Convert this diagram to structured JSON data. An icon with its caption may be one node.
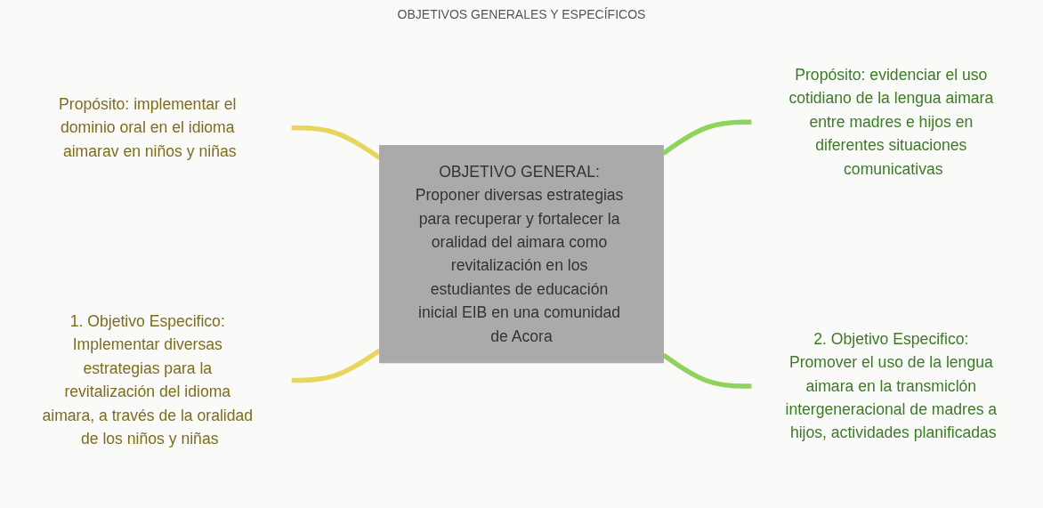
{
  "diagram": {
    "title": "OBJETIVOS GENERALES Y ESPECÍFICOS",
    "nodes": [
      {
        "text": [
          "OBJETIVO GENERAL: Proponer diversas estrategias para recuperar y fortalecer la oralidad del aimara como revitalización en los estudiantes de educación inicial EIB en una comunidad de Acora"
        ]
      },
      {
        "text": [
          "Propósito: implementar el dominio oral en el idioma aimarav en niños y niñas"
        ]
      },
      {
        "text": [
          "1. Objetivo Especifico: Implementar diversas estrategias para la revitalización del idioma aimara, a través de la oralidad de los niños y niñas"
        ]
      },
      {
        "text": [
          "Propósito: evidenciar el uso cotidiano de la lengua aimara entre madres e hijos en diferentes situaciones comunicativas"
        ]
      },
      {
        "text": [
          "2. Objetivo Especifico: Promover el uso de la lengua aimara en la transmiclón intergeneracional de madres a hijos, actividades planificadas"
        ]
      }
    ],
    "edges": [
      {
        "from": 0,
        "to": 1,
        "arrow": "none",
        "color": "#e8d65c"
      },
      {
        "from": 0,
        "to": 2,
        "arrow": "none",
        "color": "#e8d65c"
      },
      {
        "from": 0,
        "to": 3,
        "arrow": "none",
        "color": "#8fd35c"
      },
      {
        "from": 0,
        "to": 4,
        "arrow": "none",
        "color": "#8fd35c"
      }
    ]
  }
}
